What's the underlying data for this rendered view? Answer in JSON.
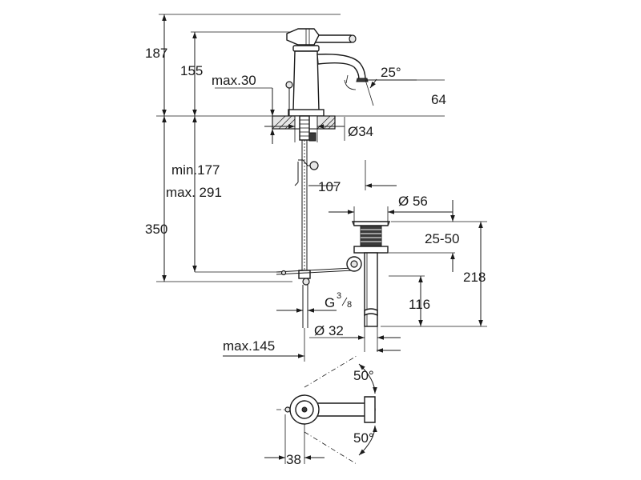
{
  "dimensions": {
    "total_height": "187",
    "spout_height": "155",
    "max_30": "max.30",
    "deck_to_spout": "64",
    "spout_angle": "25°",
    "hole_diameter": "Ø34",
    "reach": "107",
    "min_177": "min.177",
    "max_291": "max. 291",
    "below_deck": "350",
    "drain_diameter": "Ø 56",
    "drain_range": "25-50",
    "drain_height": "218",
    "thread_label": "G",
    "thread_num": "3",
    "thread_den": "8",
    "tail_height": "116",
    "tail_diameter": "Ø 32",
    "max_145": "max.145",
    "lever_angle_top": "50°",
    "lever_angle_bottom": "50°",
    "lever_offset": "38"
  }
}
